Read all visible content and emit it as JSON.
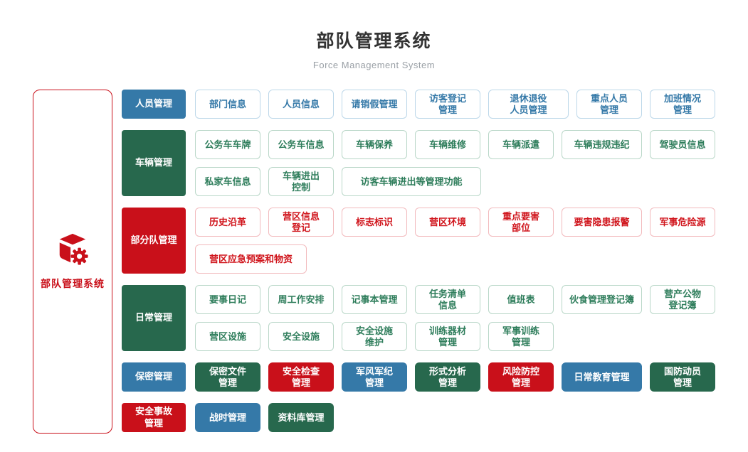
{
  "header": {
    "title": "部队管理系统",
    "subtitle": "Force Management System"
  },
  "root": {
    "label": "部队管理系统",
    "icon": "cube-gear-icon"
  },
  "colors": {
    "blue": "#3579a8",
    "green": "#27684d",
    "red": "#c9101a"
  },
  "rows": [
    {
      "category": {
        "label": "人员管理",
        "variant": "solid-blue"
      },
      "lines": [
        [
          {
            "label": "部门信息",
            "variant": "outline-blue",
            "size": "std"
          },
          {
            "label": "人员信息",
            "variant": "outline-blue",
            "size": "std"
          },
          {
            "label": "请销假管理",
            "variant": "outline-blue",
            "size": "std"
          },
          {
            "label": "访客登记\n管理",
            "variant": "outline-blue",
            "size": "std"
          },
          {
            "label": "退休退役\n人员管理",
            "variant": "outline-blue",
            "size": "wide"
          },
          {
            "label": "重点人员\n管理",
            "variant": "outline-blue",
            "size": "std"
          },
          {
            "label": "加班情况\n管理",
            "variant": "outline-blue",
            "size": "std"
          }
        ]
      ]
    },
    {
      "category": {
        "label": "车辆管理",
        "variant": "solid-green"
      },
      "lines": [
        [
          {
            "label": "公务车车牌",
            "variant": "outline-green",
            "size": "std"
          },
          {
            "label": "公务车信息",
            "variant": "outline-green",
            "size": "std"
          },
          {
            "label": "车辆保养",
            "variant": "outline-green",
            "size": "std"
          },
          {
            "label": "车辆维修",
            "variant": "outline-green",
            "size": "std"
          },
          {
            "label": "车辆派遣",
            "variant": "outline-green",
            "size": "std"
          },
          {
            "label": "车辆违规违纪",
            "variant": "outline-green",
            "size": "wide"
          },
          {
            "label": "驾驶员信息",
            "variant": "outline-green",
            "size": "std"
          }
        ],
        [
          {
            "label": "私家车信息",
            "variant": "outline-green",
            "size": "std"
          },
          {
            "label": "车辆进出\n控制",
            "variant": "outline-green",
            "size": "std"
          },
          {
            "label": "访客车辆进出等管理功能",
            "variant": "outline-green",
            "size": "w196"
          }
        ]
      ]
    },
    {
      "category": {
        "label": "部分队管理",
        "variant": "solid-red"
      },
      "lines": [
        [
          {
            "label": "历史沿革",
            "variant": "outline-red",
            "size": "std"
          },
          {
            "label": "营区信息\n登记",
            "variant": "outline-red",
            "size": "std"
          },
          {
            "label": "标志标识",
            "variant": "outline-red",
            "size": "std"
          },
          {
            "label": "营区环境",
            "variant": "outline-red",
            "size": "std"
          },
          {
            "label": "重点要害\n部位",
            "variant": "outline-red",
            "size": "std"
          },
          {
            "label": "要害隐患报警",
            "variant": "outline-red",
            "size": "wide"
          },
          {
            "label": "军事危险源",
            "variant": "outline-red",
            "size": "std"
          }
        ],
        [
          {
            "label": "营区应急预案和物资",
            "variant": "outline-red",
            "size": "w157"
          }
        ]
      ]
    },
    {
      "category": {
        "label": "日常管理",
        "variant": "solid-green"
      },
      "lines": [
        [
          {
            "label": "要事日记",
            "variant": "outline-green",
            "size": "std"
          },
          {
            "label": "周工作安排",
            "variant": "outline-green",
            "size": "std"
          },
          {
            "label": "记事本管理",
            "variant": "outline-green",
            "size": "std"
          },
          {
            "label": "任务清单\n信息",
            "variant": "outline-green",
            "size": "std"
          },
          {
            "label": "值班表",
            "variant": "outline-green",
            "size": "std"
          },
          {
            "label": "伙食管理登记簿",
            "variant": "outline-green",
            "size": "wide"
          },
          {
            "label": "营产公物\n登记簿",
            "variant": "outline-green",
            "size": "std"
          }
        ],
        [
          {
            "label": "营区设施",
            "variant": "outline-green",
            "size": "std"
          },
          {
            "label": "安全设施",
            "variant": "outline-green",
            "size": "std"
          },
          {
            "label": "安全设施\n维护",
            "variant": "outline-green",
            "size": "std"
          },
          {
            "label": "训练器材\n管理",
            "variant": "outline-green",
            "size": "std"
          },
          {
            "label": "军事训练\n管理",
            "variant": "outline-green",
            "size": "std"
          }
        ]
      ]
    },
    {
      "category": {
        "label": "保密管理",
        "variant": "solid-blue"
      },
      "lines": [
        [
          {
            "label": "保密文件\n管理",
            "variant": "solid-green",
            "size": "std"
          },
          {
            "label": "安全检查\n管理",
            "variant": "solid-red",
            "size": "std"
          },
          {
            "label": "军风军纪\n管理",
            "variant": "solid-blue",
            "size": "std"
          },
          {
            "label": "形式分析\n管理",
            "variant": "solid-green",
            "size": "std"
          },
          {
            "label": "风险防控\n管理",
            "variant": "solid-red",
            "size": "std"
          },
          {
            "label": "日常教育管理",
            "variant": "solid-blue",
            "size": "wide"
          },
          {
            "label": "国防动员\n管理",
            "variant": "solid-green",
            "size": "std"
          }
        ]
      ]
    },
    {
      "category": {
        "label": "安全事故\n管理",
        "variant": "solid-red"
      },
      "lines": [
        [
          {
            "label": "战时管理",
            "variant": "solid-blue",
            "size": "std"
          },
          {
            "label": "资料库管理",
            "variant": "solid-green",
            "size": "std"
          }
        ]
      ]
    }
  ]
}
